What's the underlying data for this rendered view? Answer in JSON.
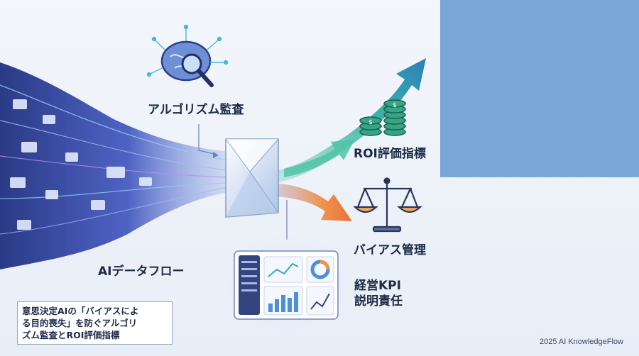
{
  "labels": {
    "algorithm_audit": "アルゴリズム監査",
    "roi_metrics": "ROI評価指標",
    "bias_management": "バイアス管理",
    "ai_data_flow": "AIデータフロー",
    "kpi_line1": "経営KPI",
    "kpi_line2": "説明責任"
  },
  "caption": {
    "line1": "意思決定AIの「バイアスによ",
    "line2": "る目的喪失」を防ぐアルゴリ",
    "line3": "ズム監査とROI評価指標"
  },
  "footer": "2025 AI KnowledgeFlow",
  "colors": {
    "flow_dark": "#2d3f8f",
    "flow_mid": "#5566c8",
    "roi_arrow": "#3db8a3",
    "bias_arrow": "#f0924a",
    "panel_blue": "#7aa7d7",
    "scale_gold": "#f2a85b"
  },
  "icons": [
    "brain-magnifier-icon",
    "prism-icon",
    "coin-stack-icon",
    "balance-scale-icon",
    "dashboard-icon"
  ]
}
